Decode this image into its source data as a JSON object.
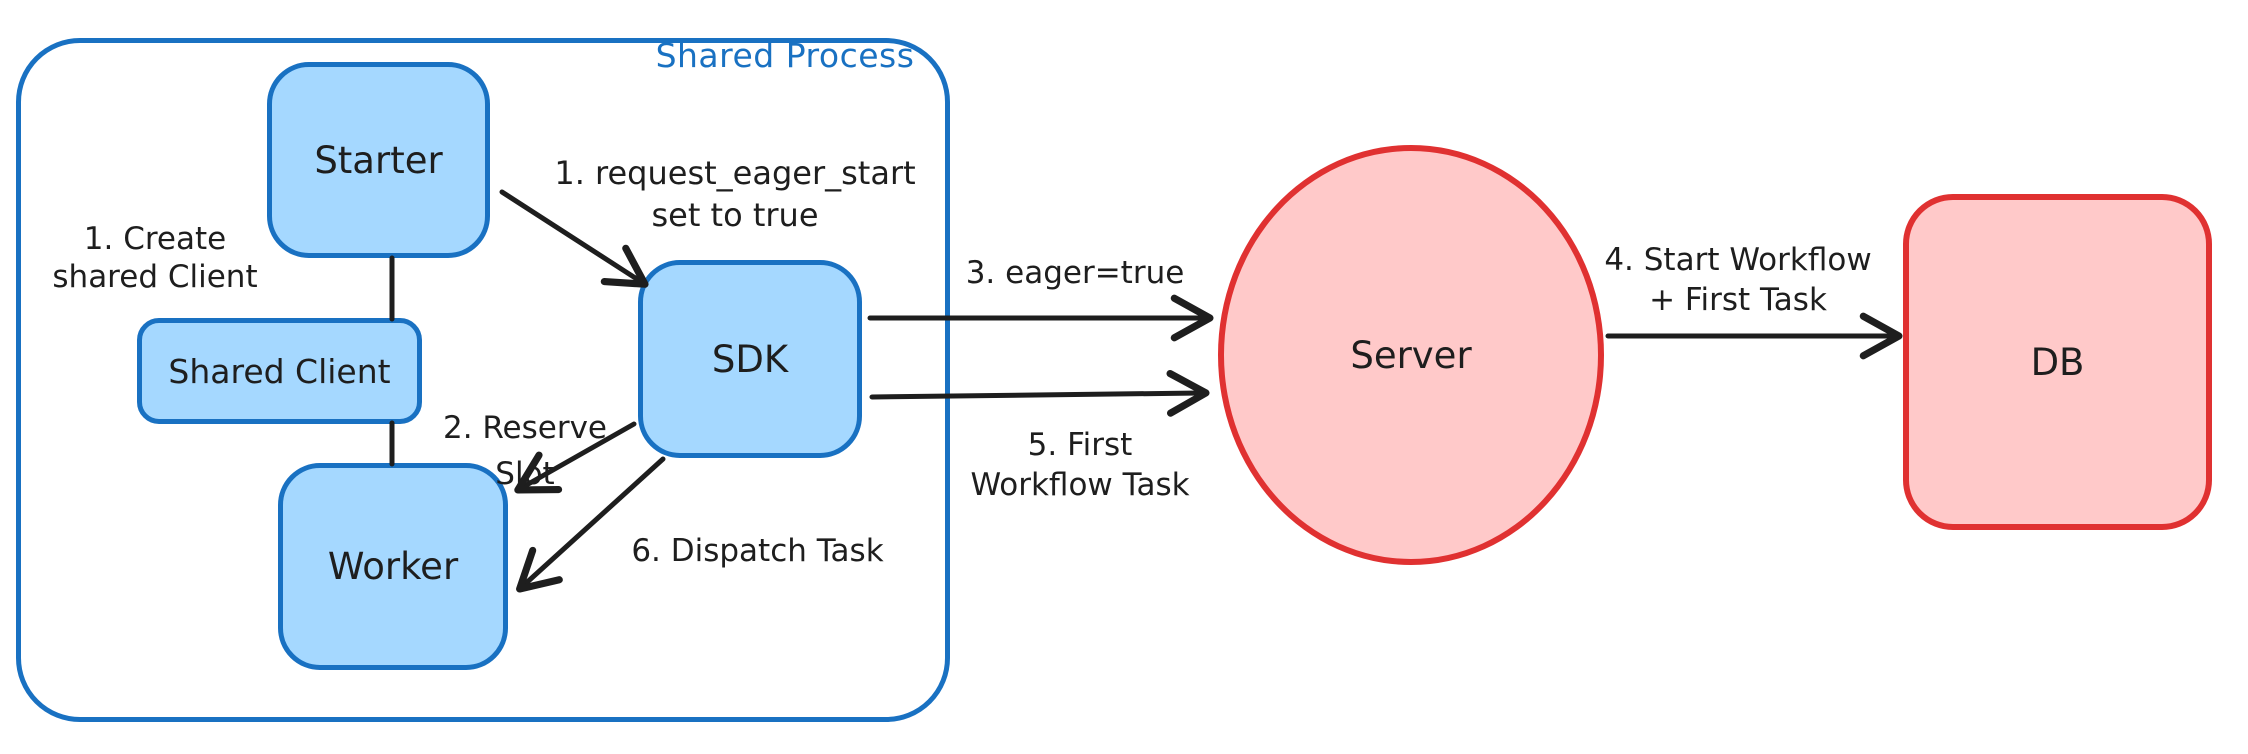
{
  "container": {
    "label": "Shared Process"
  },
  "nodes": {
    "starter": {
      "label": "Starter"
    },
    "shared_client": {
      "label": "Shared Client"
    },
    "worker": {
      "label": "Worker"
    },
    "sdk": {
      "label": "SDK"
    },
    "server": {
      "label": "Server"
    },
    "db": {
      "label": "DB"
    }
  },
  "annotations": {
    "create_shared_client": {
      "line1": "1. Create",
      "line2": "shared Client"
    },
    "request_eager_start": {
      "line1": "1. request_eager_start",
      "line2": "set to true"
    },
    "reserve_slot": {
      "line1": "2. Reserve",
      "line2": "Slot"
    },
    "dispatch_task": {
      "line1": "6. Dispatch Task"
    },
    "eager_true": {
      "line1": "3. eager=true"
    },
    "first_workflow_task": {
      "line1": "5. First",
      "line2": "Workflow Task"
    },
    "start_workflow": {
      "line1": "4. Start Workflow",
      "line2": "+ First Task"
    }
  },
  "colors": {
    "blue_stroke": "#1971c2",
    "blue_fill": "#a5d8ff",
    "red_stroke": "#e03131",
    "red_fill": "#ffc9c9",
    "ink": "#1e1e1e",
    "background": "#ffffff"
  }
}
